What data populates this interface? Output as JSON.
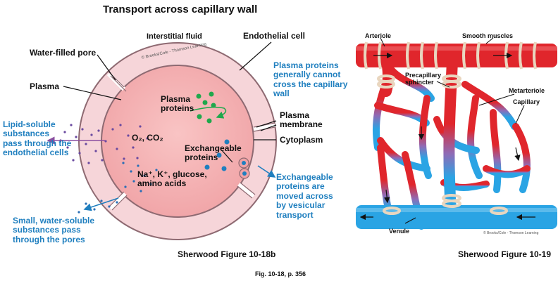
{
  "title": "Transport across capillary wall",
  "left_figure": {
    "labels": {
      "interstitial_fluid": "Interstitial fluid",
      "endothelial_cell": "Endothelial cell",
      "water_filled_pore": "Water-filled pore",
      "plasma": "Plasma",
      "plasma_proteins": "Plasma\nproteins",
      "plasma_membrane": "Plasma\nmembrane",
      "cytoplasm": "Cytoplasm",
      "o2_co2": "O₂, CO₂",
      "exchangeable_proteins": "Exchangeable\nproteins",
      "ions_glucose": "Na⁺, K⁺, glucose,\namino acids",
      "watermark": "© Brooks/Cole - Thomson Learning"
    },
    "annotations": {
      "plasma_proteins_note": "Plasma proteins\ngenerally cannot\ncross the capillary\nwall",
      "lipid_soluble": "Lipid-soluble\nsubstances\npass through the\nendothelial cells",
      "exchangeable_moved": "Exchangeable\nproteins are\nmoved across\nby vesicular\ntransport",
      "water_soluble": "Small, water-soluble\nsubstances pass\nthrough the pores"
    },
    "caption": "Sherwood Figure 10-18b"
  },
  "right_figure": {
    "labels": {
      "arteriole": "Arteriole",
      "smooth_muscles": "Smooth muscles",
      "precapillary_sphincter": "Precapillary\nsphincter",
      "metarteriole": "Metarteriole",
      "capillary": "Capillary",
      "venule": "Venule",
      "watermark": "© Brooks/Cole - Thomson Learning"
    },
    "caption": "Sherwood Figure 10-19"
  },
  "figure_ref": "Fig. 10-18, p. 356",
  "colors": {
    "annotation_blue": "#1f7fbf",
    "plasma_pink": "#f5aeb0",
    "cell_pink": "#f6d5d9",
    "protein_green": "#1fa84c",
    "arterial_red": "#e2272b",
    "venous_blue": "#27a3e2"
  }
}
